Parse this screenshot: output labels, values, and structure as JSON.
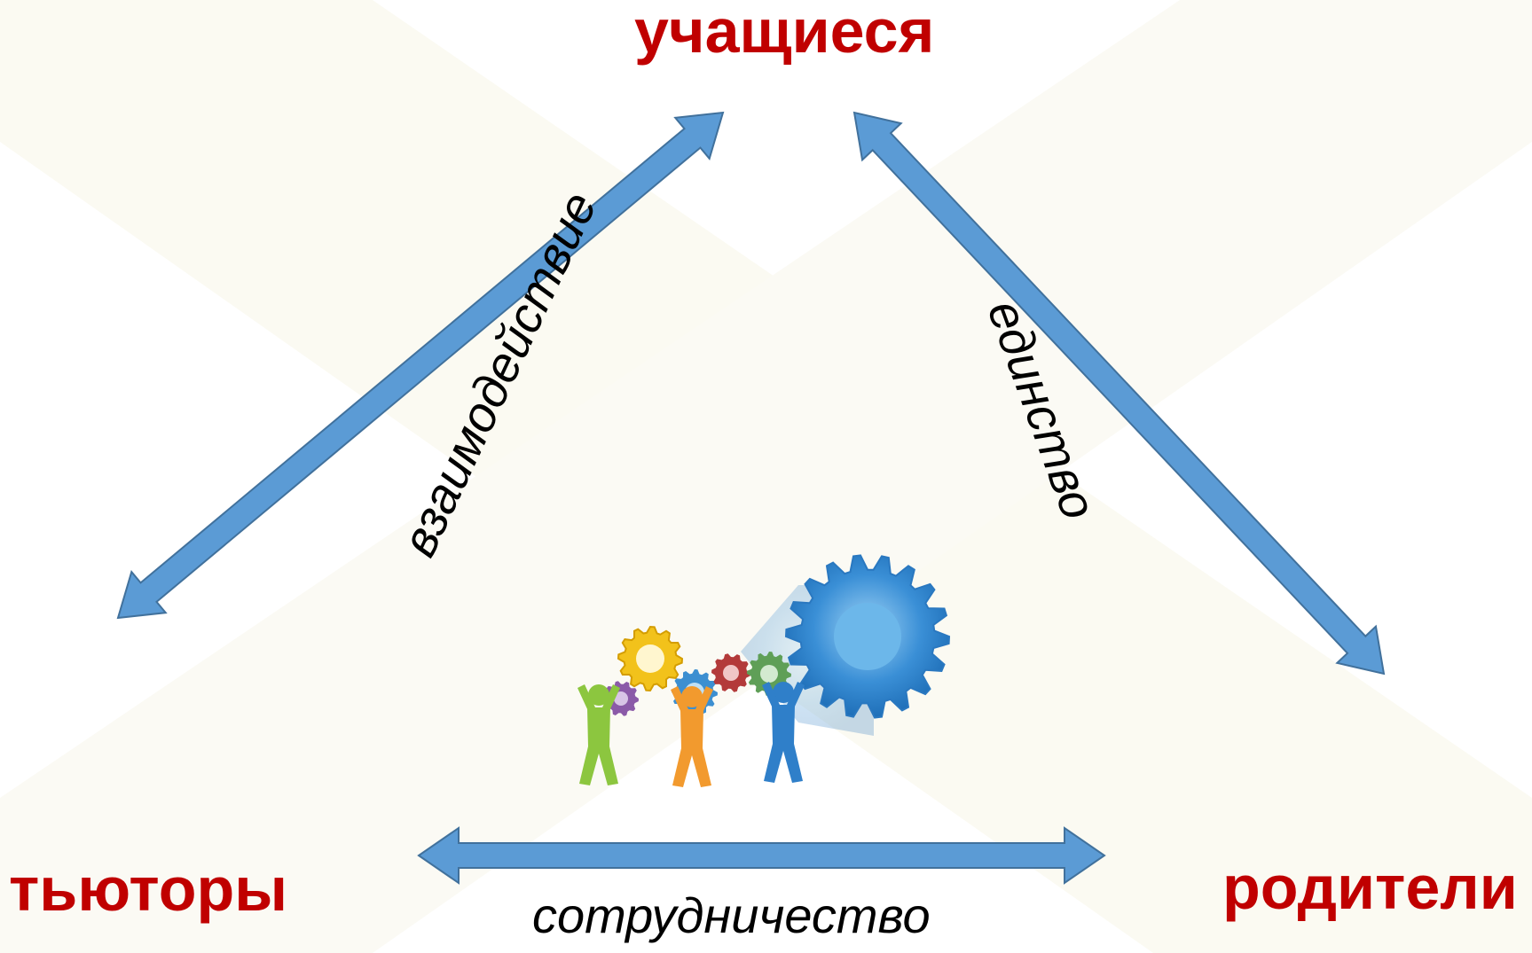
{
  "nodes": {
    "top": "учащиеся",
    "left": "тьюторы",
    "right": "родители"
  },
  "edges": {
    "top_left": "взаимодействие",
    "top_right": "единство",
    "bottom": "сотрудничество"
  },
  "colors": {
    "node_text": "#c00000",
    "arrow_fill": "#5b9bd5",
    "arrow_stroke": "#41719c",
    "edge_text": "#000000"
  },
  "illustration": {
    "icon": "teamwork-gears-icon"
  }
}
